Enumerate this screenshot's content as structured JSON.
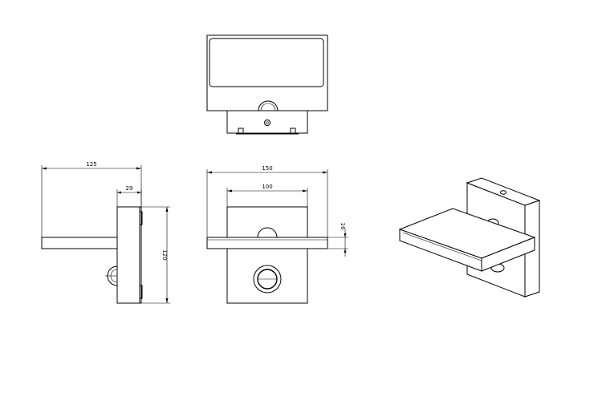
{
  "drawing": {
    "dimensions": {
      "side_depth": "125",
      "side_back_depth": "29",
      "side_height": "120",
      "front_width": "150",
      "front_back_width": "100",
      "front_panel_thickness": "16"
    },
    "colors": {
      "line": "#000000",
      "background": "#ffffff"
    }
  }
}
